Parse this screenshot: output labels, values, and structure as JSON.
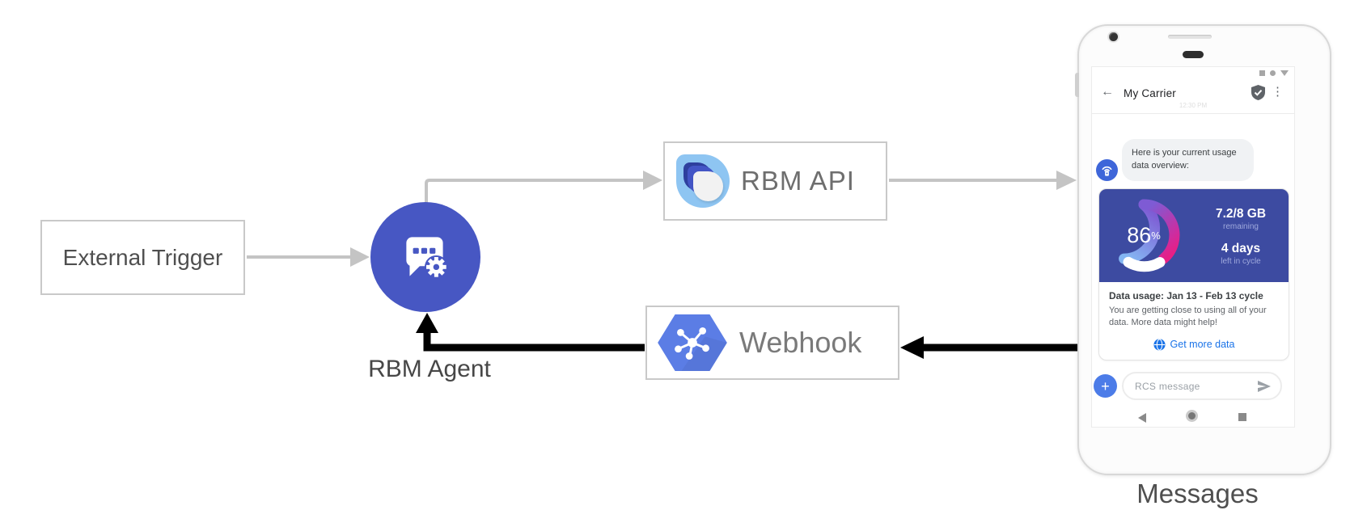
{
  "diagram": {
    "external_trigger": {
      "label": "External Trigger"
    },
    "rbm_agent": {
      "label": "RBM Agent"
    },
    "rbm_api": {
      "label": "RBM API"
    },
    "webhook": {
      "label": "Webhook"
    },
    "phone_caption": "Messages"
  },
  "phone": {
    "header": {
      "title": "My Carrier",
      "back_icon": "arrow-left",
      "verified_icon": "shield-check",
      "menu_icon": "three-dot-menu"
    },
    "timestamp": "12:30 PM",
    "message": {
      "text": "Here is your current usage data overview:"
    },
    "usage_card": {
      "percent": "86",
      "percent_symbol": "%",
      "remaining_value": "7.2/8 GB",
      "remaining_label": "remaining",
      "days_value": "4 days",
      "days_label": "left in cycle",
      "title": "Data usage: Jan 13 - Feb 13 cycle",
      "body": "You are getting close to using all of your data. More data might help!",
      "action": "Get more data"
    },
    "composer": {
      "placeholder": "RCS message",
      "plus_label": "+",
      "send_icon": "send-arrow"
    }
  },
  "colors": {
    "agent_blue": "#4757c3",
    "card_blue": "#3d4ba1",
    "link_blue": "#1a73e8",
    "arrow_gray": "#c4c4c4",
    "arrow_black": "#000000",
    "gauge_gradient": [
      "#84b6f2",
      "#7e5bd4",
      "#e81e84"
    ],
    "webhook_hex_blue": "#5b7de5",
    "rbm_logo_light_blue": "#8ec5f2"
  }
}
